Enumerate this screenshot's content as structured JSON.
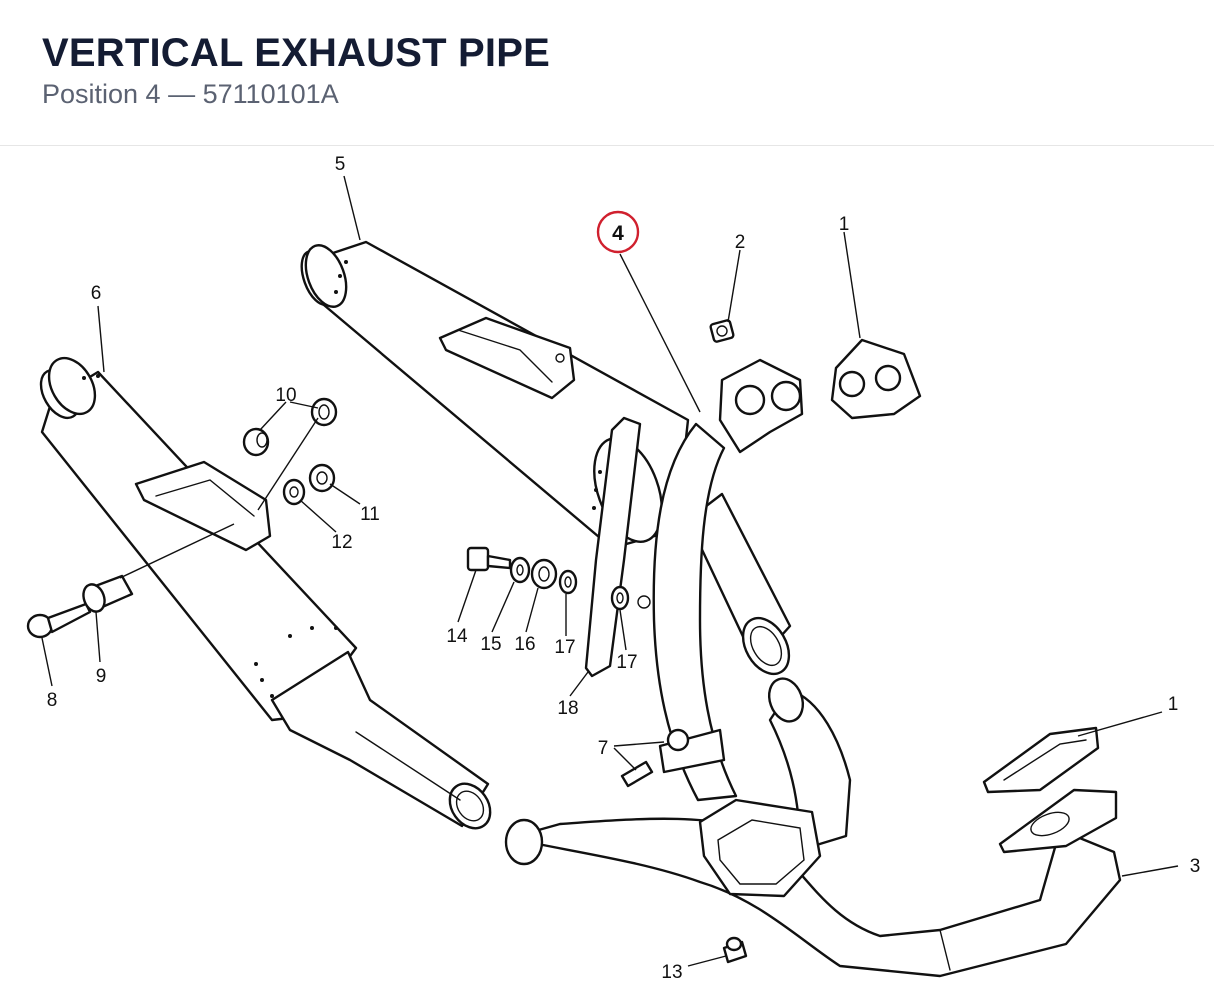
{
  "header": {
    "title": "VERTICAL EXHAUST PIPE",
    "subtitle": "Position 4 — 57110101A"
  },
  "diagram": {
    "highlight_color": "#d0202e",
    "highlighted_callout": "4",
    "callouts": [
      {
        "id": "c1a",
        "label": "1"
      },
      {
        "id": "c2",
        "label": "2"
      },
      {
        "id": "c4",
        "label": "4"
      },
      {
        "id": "c5",
        "label": "5"
      },
      {
        "id": "c6",
        "label": "6"
      },
      {
        "id": "c10",
        "label": "10"
      },
      {
        "id": "c11",
        "label": "11"
      },
      {
        "id": "c12",
        "label": "12"
      },
      {
        "id": "c14",
        "label": "14"
      },
      {
        "id": "c15",
        "label": "15"
      },
      {
        "id": "c16",
        "label": "16"
      },
      {
        "id": "c17a",
        "label": "17"
      },
      {
        "id": "c17b",
        "label": "17"
      },
      {
        "id": "c18",
        "label": "18"
      },
      {
        "id": "c8",
        "label": "8"
      },
      {
        "id": "c9",
        "label": "9"
      },
      {
        "id": "c7",
        "label": "7"
      },
      {
        "id": "c1b",
        "label": "1"
      },
      {
        "id": "c3",
        "label": "3"
      },
      {
        "id": "c13",
        "label": "13"
      }
    ]
  }
}
